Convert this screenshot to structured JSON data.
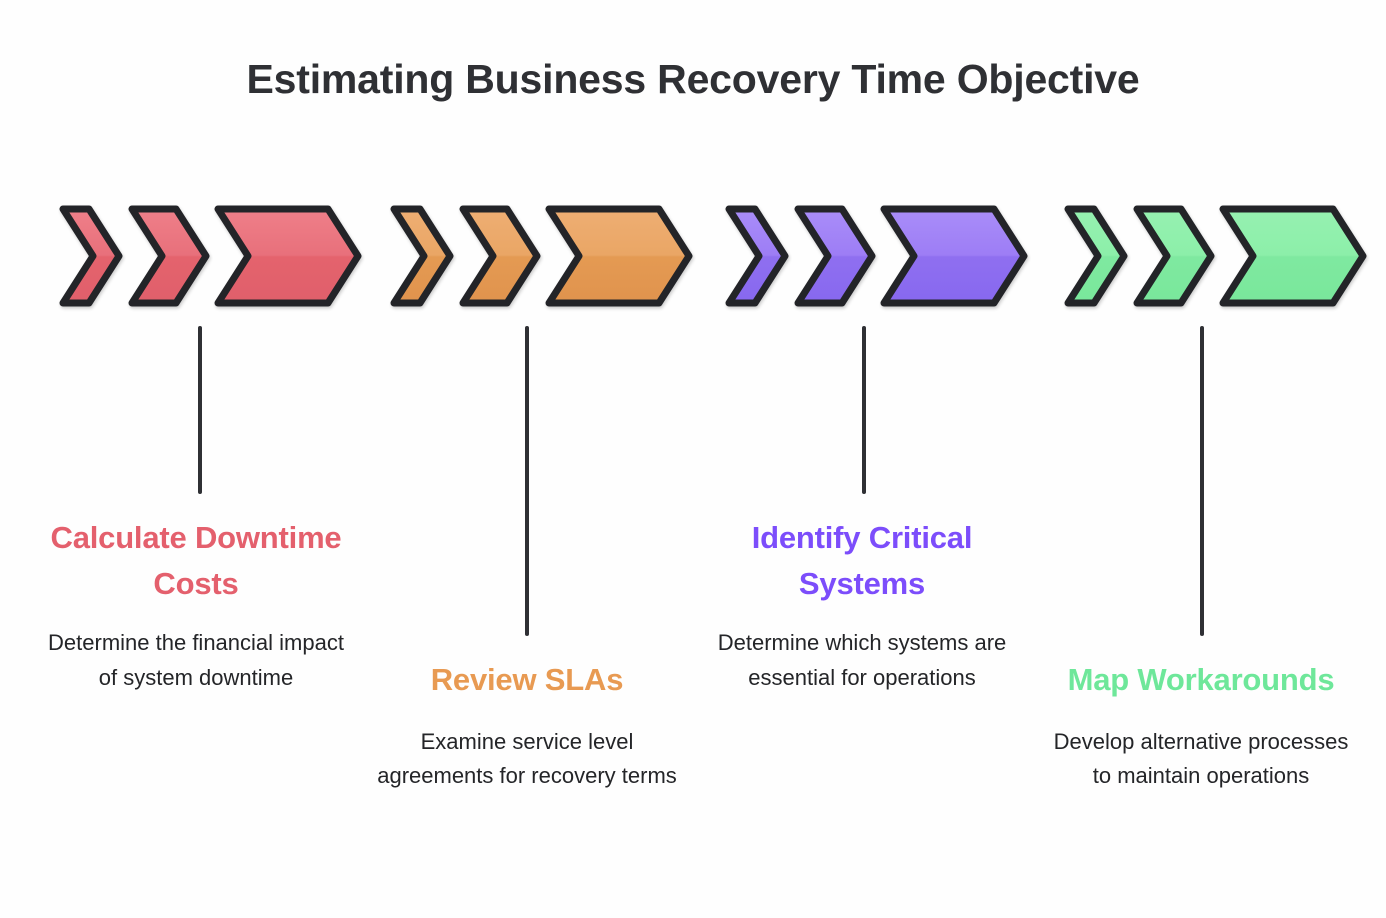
{
  "page": {
    "title": "Estimating Business Recovery Time Objective",
    "background_color": "#fefefe",
    "title_color": "#2f3034",
    "connector_color": "#2f3034",
    "body_text_color": "#242528"
  },
  "steps": [
    {
      "id": "calculate-downtime-costs",
      "heading": "Calculate Downtime Costs",
      "description": "Determine the financial impact of system downtime",
      "accent_color": "#e4606d",
      "fill_top": "#ef7f89",
      "fill_bottom": "#e4636d",
      "connector_length": "short"
    },
    {
      "id": "review-slas",
      "heading": "Review SLAs",
      "description": "Examine service level agreements for recovery terms",
      "accent_color": "#e89a52",
      "fill_top": "#eeae73",
      "fill_bottom": "#e49a53",
      "connector_length": "long"
    },
    {
      "id": "identify-critical-systems",
      "heading": "Identify Critical Systems",
      "description": "Determine which systems are essential for operations",
      "accent_color": "#7c4dfb",
      "fill_top": "#a98df9",
      "fill_bottom": "#8f6ff0",
      "connector_length": "short"
    },
    {
      "id": "map-workarounds",
      "heading": "Map Workarounds",
      "description": "Develop alternative processes to maintain operations",
      "accent_color": "#6ee79a",
      "fill_top": "#96f1b1",
      "fill_bottom": "#7fe9a0",
      "connector_length": "long"
    }
  ],
  "chevron_icons": {
    "small": "chevron-small-icon",
    "medium": "chevron-medium-icon",
    "large": "chevron-large-icon"
  }
}
